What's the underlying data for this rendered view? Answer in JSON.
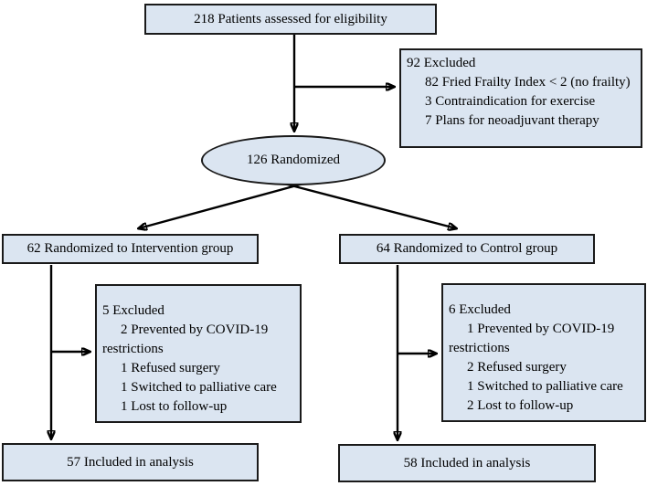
{
  "nodes": {
    "eligibility": {
      "text": "218 Patients assessed for eligibility"
    },
    "excluded_top": {
      "lines": [
        "92 Excluded",
        "82 Fried Frailty Index < 2 (no frailty)",
        "3 Contraindication for exercise",
        "7 Plans for neoadjuvant therapy"
      ]
    },
    "randomized": {
      "text": "126 Randomized"
    },
    "intervention": {
      "text": "62 Randomized to Intervention group"
    },
    "control": {
      "text": "64 Randomized to Control group"
    },
    "excluded_intervention": {
      "lines": [
        "5 Excluded",
        "2 Prevented by COVID-19 restrictions",
        "1 Refused surgery",
        "1 Switched to palliative care",
        "1 Lost to follow-up"
      ]
    },
    "excluded_control": {
      "lines": [
        "6 Excluded",
        "1 Prevented by COVID-19 restrictions",
        "2 Refused surgery",
        "1 Switched to palliative care",
        "2 Lost to follow-up"
      ]
    },
    "analysis_intervention": {
      "text": "57 Included in analysis"
    },
    "analysis_control": {
      "text": "58 Included in analysis"
    }
  },
  "colors": {
    "node_fill": "#dbe5f1",
    "node_border": "#1a1a1a",
    "arrow": "#000000",
    "background": "#ffffff"
  }
}
